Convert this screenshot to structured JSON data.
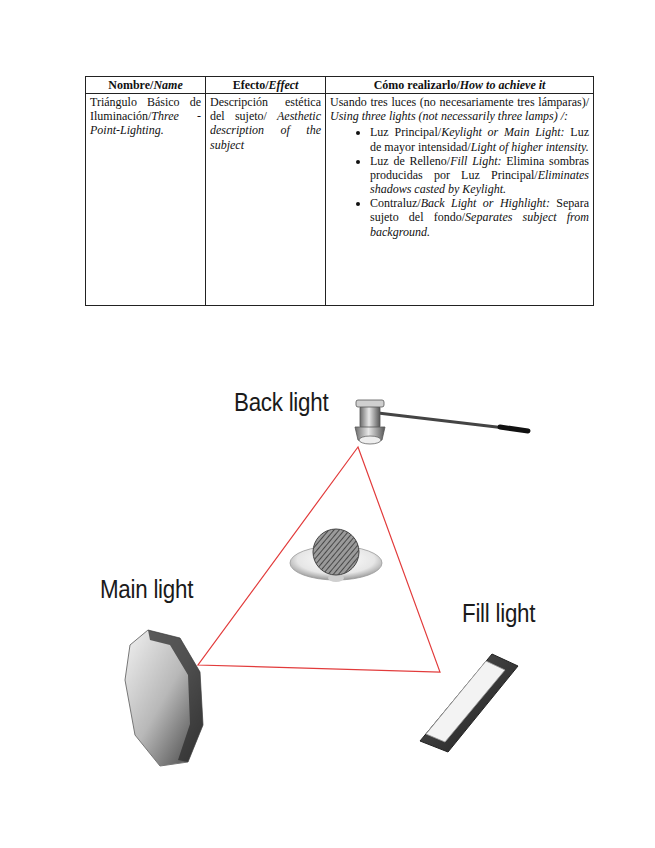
{
  "diagram": {
    "labels": [
      "Nombre/Name",
      "Efecto/Effect",
      "Cómo realizarlo/How to achieve it",
      "Triángulo Básico de Iluminación/Three -Point-Lighting.",
      "Descripción estética del sujeto/ Aesthetic description of the subject",
      "Usando tres luces (no necesariamente tres lámparas)/ Using three lights (not necessarily three lamps) /:",
      "Luz Principal/Keylight or Main Light: Luz de mayor intensidad/Light of higher intensity.",
      "Luz de Relleno/Fill Light: Elimina sombras producidas por Luz Principal/Eliminates shadows casted by Keylight.",
      "Contraluz/Back Light or Highlight: Separa sujeto del fondo/Separates subject from background.",
      "Back light",
      "Main light",
      "Fill light"
    ]
  }
}
